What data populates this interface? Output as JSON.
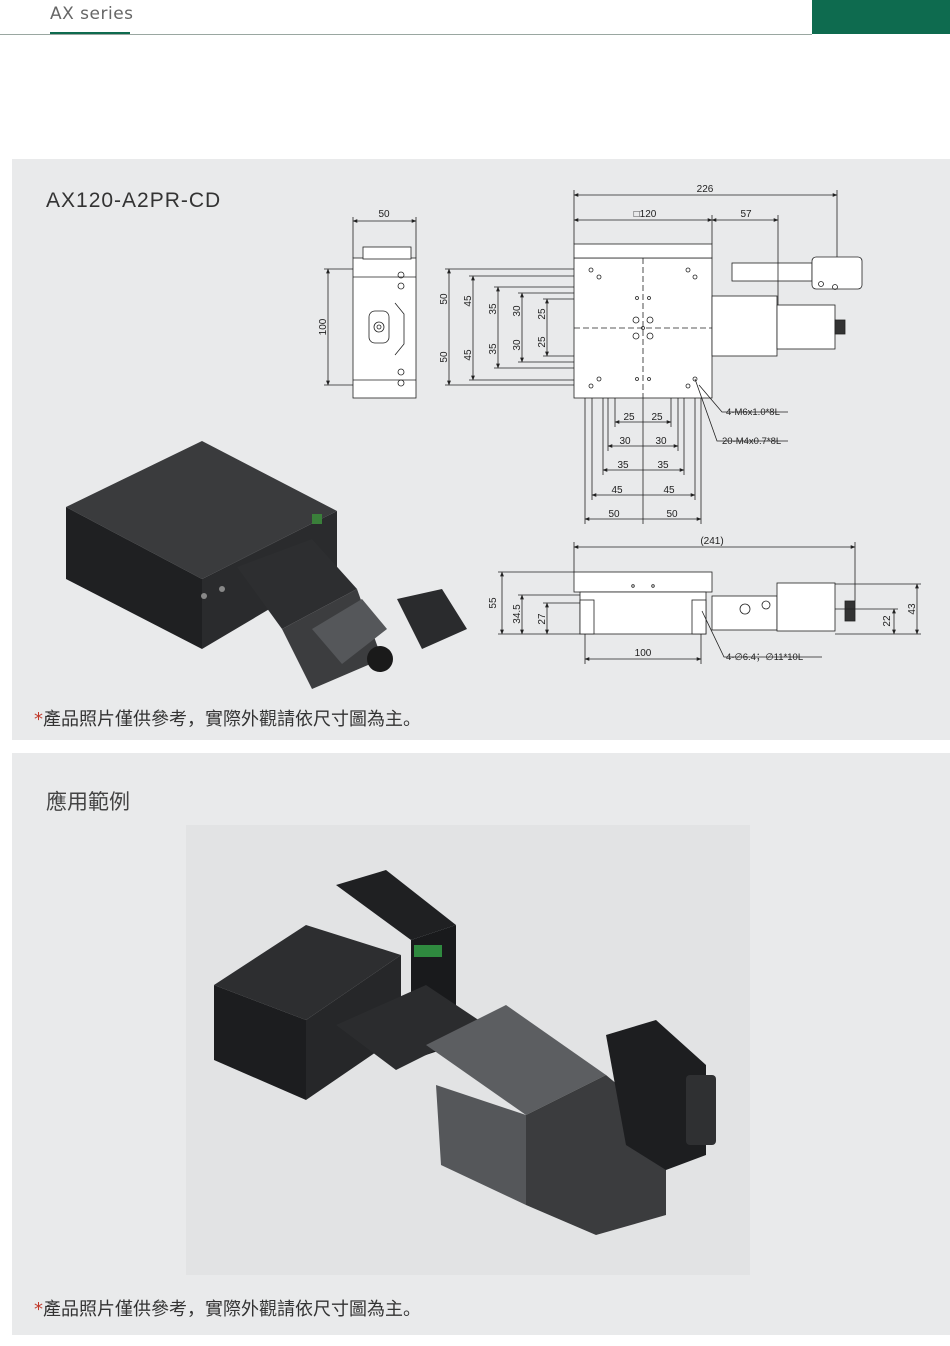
{
  "header": {
    "series": "AX series",
    "accent": "#0e6b4f"
  },
  "product": {
    "model": "AX120-A2PR-CD",
    "note_star": "*",
    "note_text": "產品照片僅供參考，實際外觀請依尺寸圖為主。"
  },
  "application": {
    "title": "應用範例",
    "note_star": "*",
    "note_text": "產品照片僅供參考，實際外觀請依尺寸圖為主。"
  },
  "drawing": {
    "side_width": "50",
    "side_height": "100",
    "total_length": "226",
    "table_size": "□120",
    "motor_extension": "57",
    "v50a": "50",
    "v50b": "50",
    "v45a": "45",
    "v45b": "45",
    "v35a": "35",
    "v35b": "35",
    "v30a": "30",
    "v30b": "30",
    "v25a": "25",
    "v25b": "25",
    "h25a": "25",
    "h25b": "25",
    "h30a": "30",
    "h30b": "30",
    "h35a": "35",
    "h35b": "35",
    "h45a": "45",
    "h45b": "45",
    "h50a": "50",
    "h50b": "50",
    "callout_m6": "4-M6x1.0*8L",
    "callout_m4": "20-M4x0.7*8L",
    "front_length": "(241)",
    "front_h55": "55",
    "front_h345": "34.5",
    "front_h27": "27",
    "front_base": "100",
    "front_h22": "22",
    "front_h43": "43",
    "callout_cbore": "4-∅6.4；∅11*10L"
  }
}
